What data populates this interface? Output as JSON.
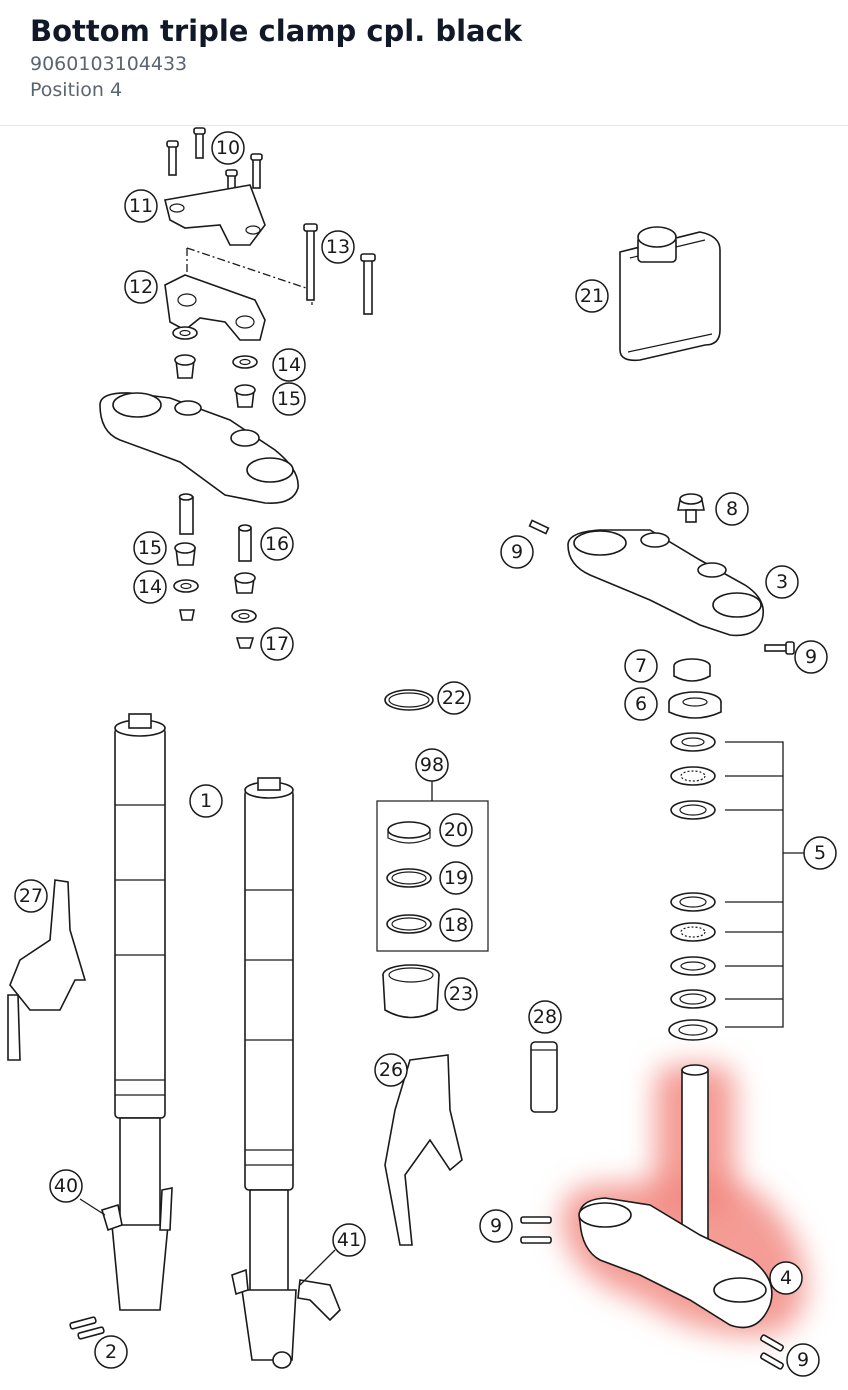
{
  "header": {
    "title": "Bottom triple clamp cpl. black",
    "part_number": "9060103104433",
    "position": "Position 4"
  },
  "highlight": {
    "part": "4",
    "color": "#f28b82"
  },
  "callouts": [
    {
      "id": "c10a",
      "label": "10"
    },
    {
      "id": "c11",
      "label": "11"
    },
    {
      "id": "c13",
      "label": "13"
    },
    {
      "id": "c12",
      "label": "12"
    },
    {
      "id": "c14a",
      "label": "14"
    },
    {
      "id": "c15a",
      "label": "15"
    },
    {
      "id": "c21",
      "label": "21"
    },
    {
      "id": "c8",
      "label": "8"
    },
    {
      "id": "c9a",
      "label": "9"
    },
    {
      "id": "c3",
      "label": "3"
    },
    {
      "id": "c15b",
      "label": "15"
    },
    {
      "id": "c16",
      "label": "16"
    },
    {
      "id": "c14b",
      "label": "14"
    },
    {
      "id": "c17",
      "label": "17"
    },
    {
      "id": "c9b",
      "label": "9"
    },
    {
      "id": "c7",
      "label": "7"
    },
    {
      "id": "c6",
      "label": "6"
    },
    {
      "id": "c22",
      "label": "22"
    },
    {
      "id": "c98",
      "label": "98"
    },
    {
      "id": "c20",
      "label": "20"
    },
    {
      "id": "c19",
      "label": "19"
    },
    {
      "id": "c18",
      "label": "18"
    },
    {
      "id": "c1",
      "label": "1"
    },
    {
      "id": "c27",
      "label": "27"
    },
    {
      "id": "c5",
      "label": "5"
    },
    {
      "id": "c23",
      "label": "23"
    },
    {
      "id": "c28",
      "label": "28"
    },
    {
      "id": "c26",
      "label": "26"
    },
    {
      "id": "c40",
      "label": "40"
    },
    {
      "id": "c41",
      "label": "41"
    },
    {
      "id": "c9c",
      "label": "9"
    },
    {
      "id": "c4",
      "label": "4"
    },
    {
      "id": "c2",
      "label": "2"
    },
    {
      "id": "c9d",
      "label": "9"
    }
  ]
}
